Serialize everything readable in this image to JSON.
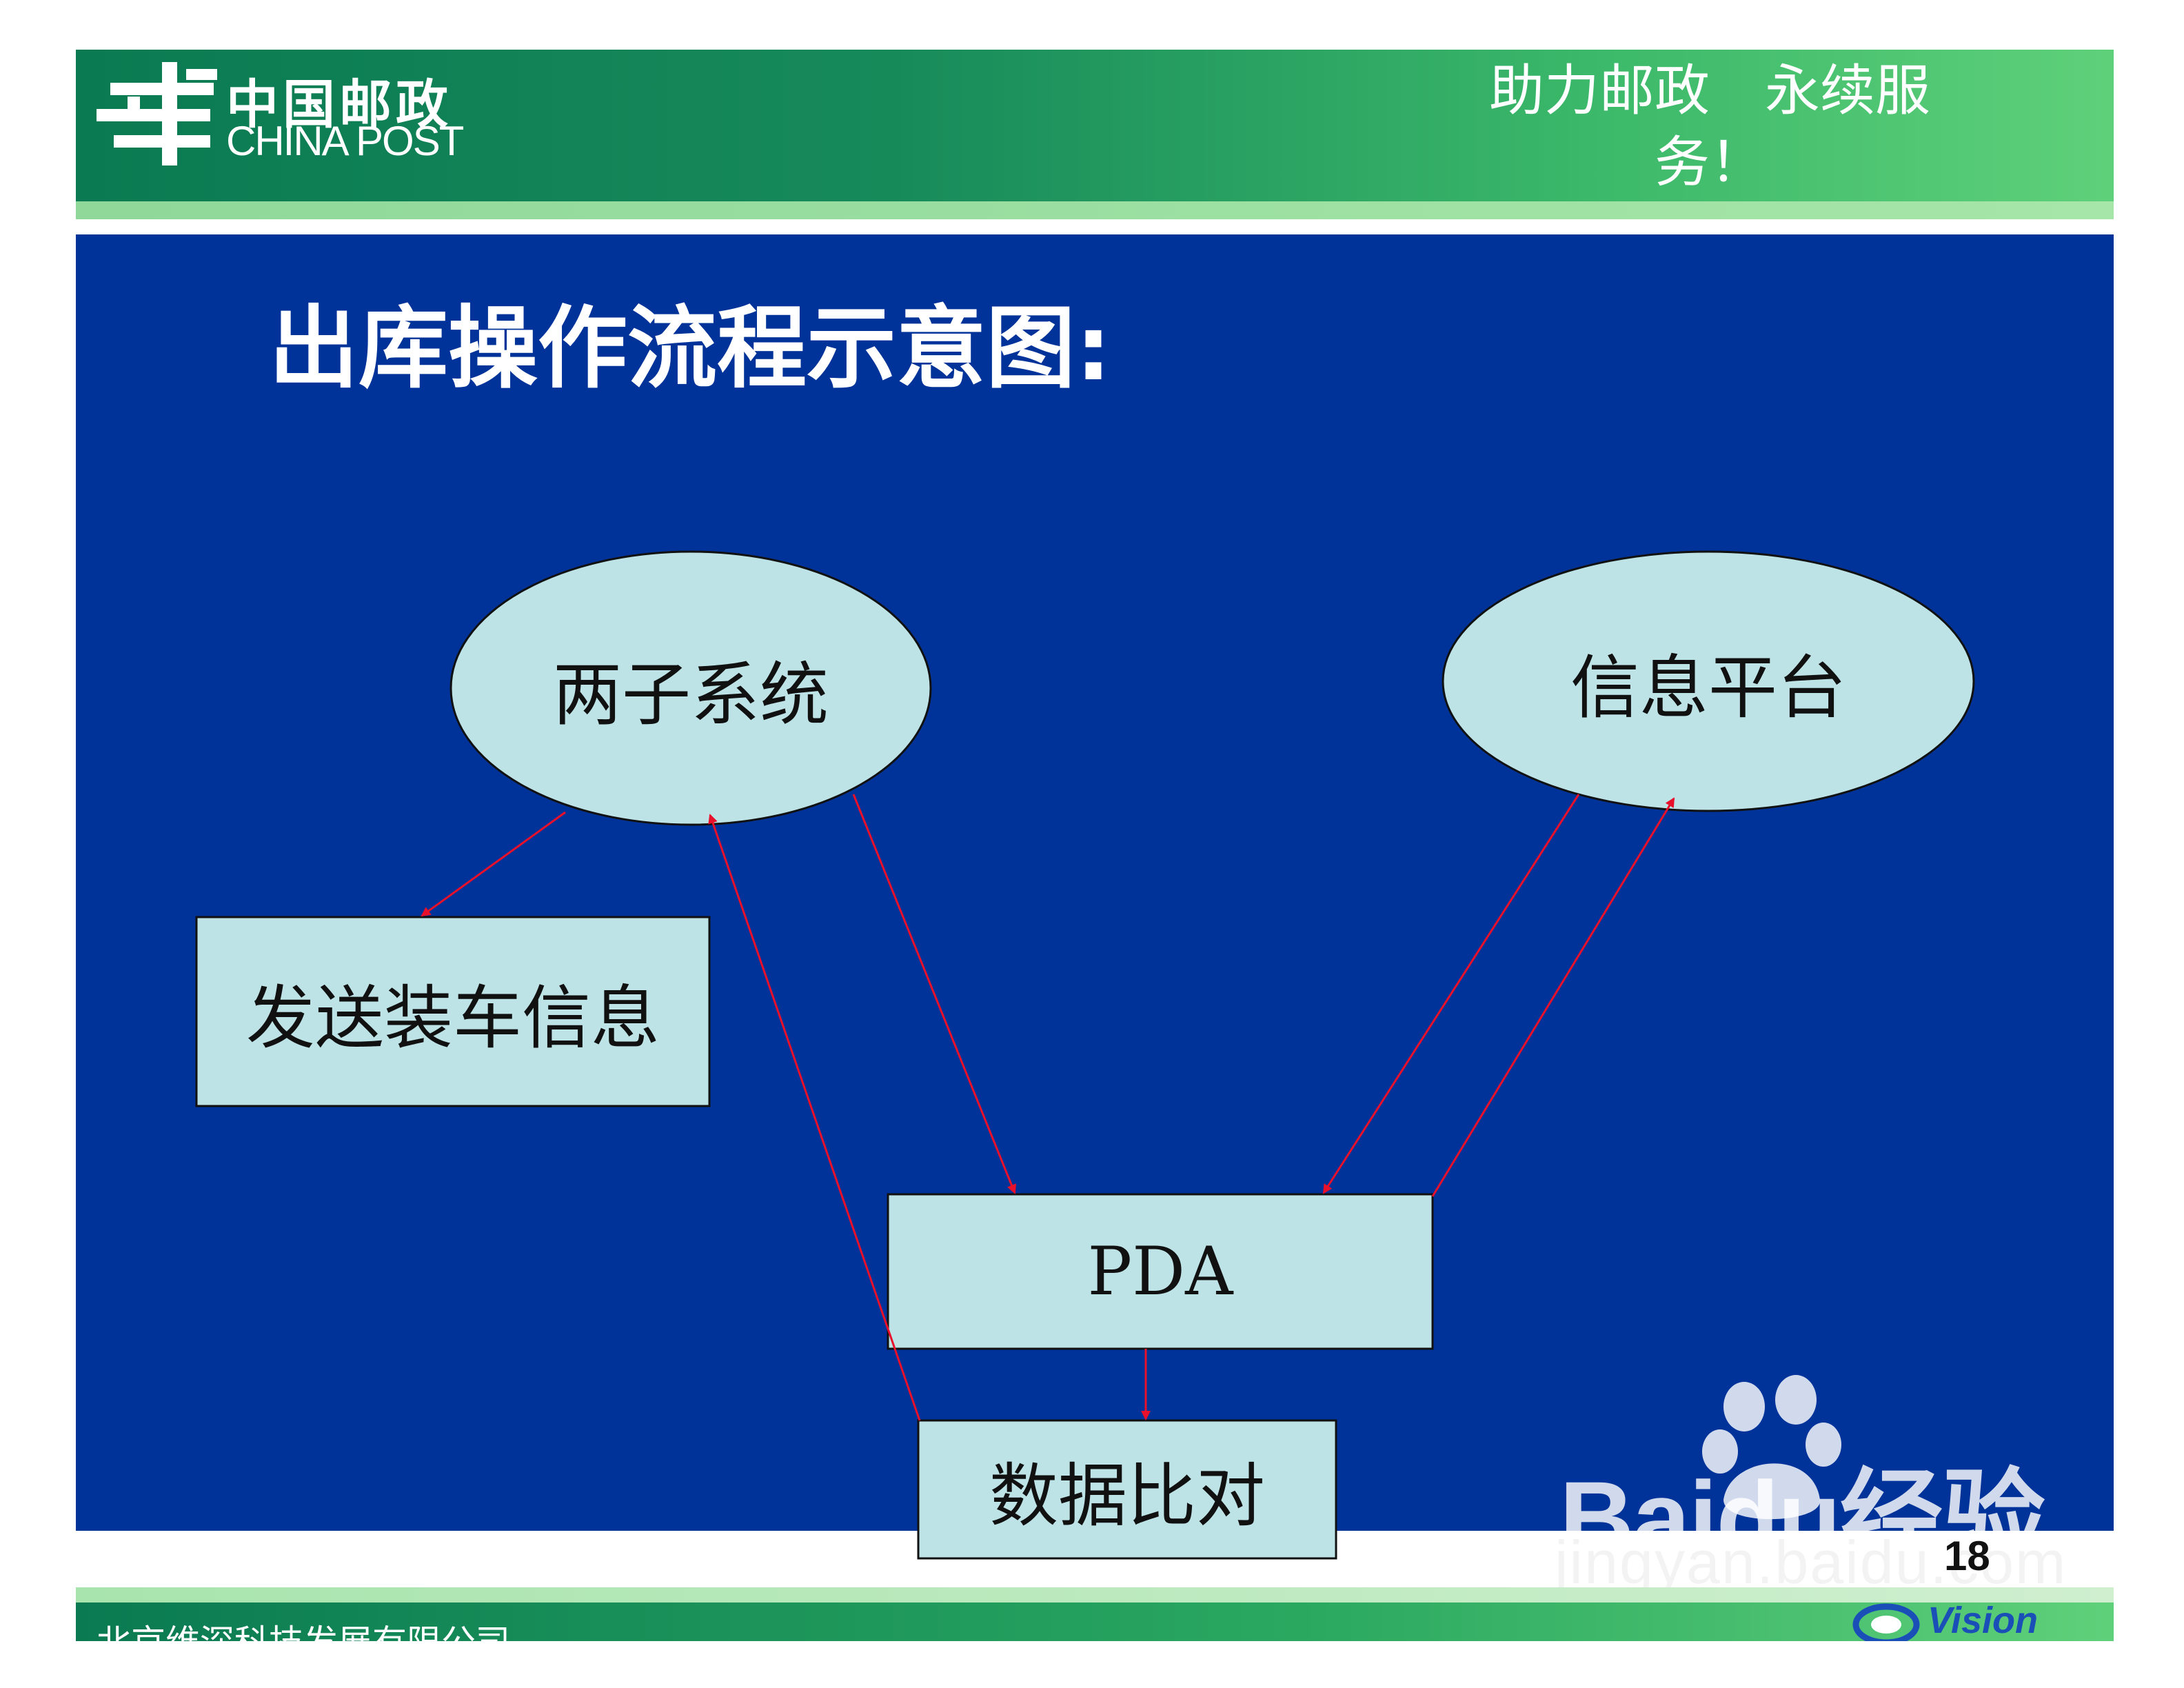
{
  "header": {
    "logo_cn": "中国邮政",
    "logo_en": "CHINA POST",
    "slogan": "助力邮政　永续服务！"
  },
  "title": "出库操作流程示意图:",
  "diagram": {
    "nodes": [
      {
        "id": "subsystems",
        "label": "两子系统",
        "shape": "ellipse"
      },
      {
        "id": "info_platform",
        "label": "信息平台",
        "shape": "ellipse"
      },
      {
        "id": "send_loading",
        "label": "发送装车信息",
        "shape": "rect"
      },
      {
        "id": "pda",
        "label": "PDA",
        "shape": "rect"
      },
      {
        "id": "compare",
        "label": "数据比对",
        "shape": "rect"
      }
    ],
    "edges": [
      {
        "from": "subsystems",
        "to": "send_loading"
      },
      {
        "from": "subsystems",
        "to": "pda"
      },
      {
        "from": "compare",
        "to": "subsystems"
      },
      {
        "from": "info_platform",
        "to": "pda"
      },
      {
        "from": "pda",
        "to": "info_platform"
      },
      {
        "from": "pda",
        "to": "compare"
      }
    ],
    "colors": {
      "node_fill": "#bde3e6",
      "edge": "#e8102a",
      "background": "#003399"
    }
  },
  "footer": {
    "company": "北京维深科技发展有限公司",
    "page_number": "18"
  },
  "watermark": {
    "brand": "Baidu经验",
    "url": "jingyan.baidu.com"
  },
  "corner_logo": "Vision"
}
